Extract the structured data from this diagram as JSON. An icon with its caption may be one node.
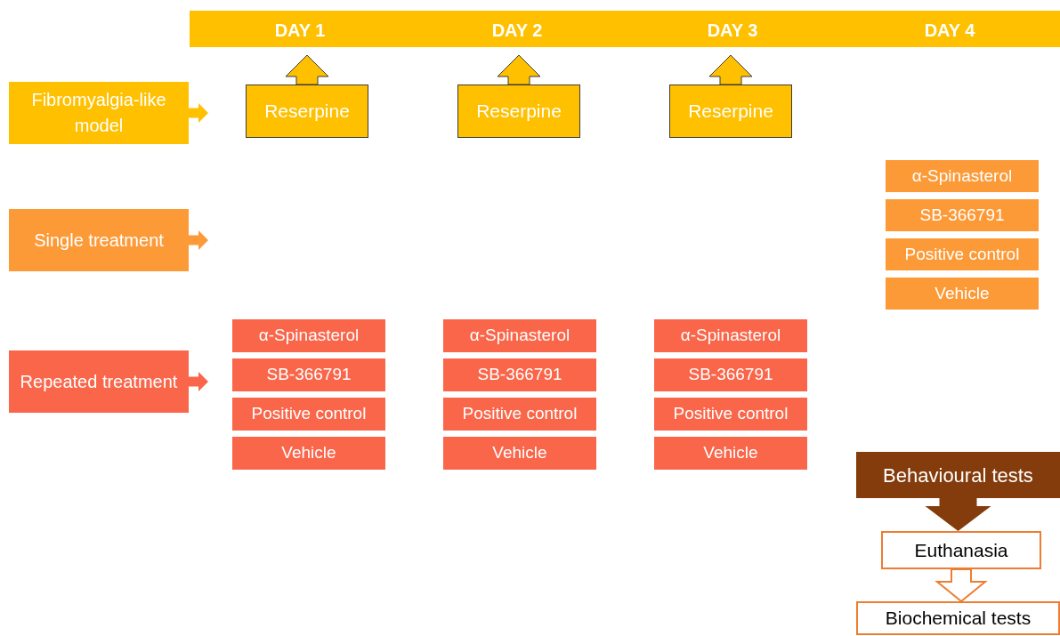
{
  "diagram": {
    "nodes": [
      {
        "text": [
          "DAY 1",
          "DAY 2",
          "DAY 3",
          "DAY 4"
        ]
      },
      {
        "text": [
          "Fibromyalgia-like model"
        ]
      },
      {
        "text": [
          "Single treatment"
        ]
      },
      {
        "text": [
          "Repeated treatment"
        ]
      },
      {
        "text": [
          "Reserpine"
        ]
      },
      {
        "text": [
          "Reserpine"
        ]
      },
      {
        "text": [
          "Reserpine"
        ]
      },
      {
        "text": [
          "α-Spinasterol"
        ]
      },
      {
        "text": [
          "SB-366791"
        ]
      },
      {
        "text": [
          "Positive control"
        ]
      },
      {
        "text": [
          "Vehicle"
        ]
      },
      {
        "text": [
          "α-Spinasterol"
        ]
      },
      {
        "text": [
          "SB-366791"
        ]
      },
      {
        "text": [
          "Positive control"
        ]
      },
      {
        "text": [
          "Vehicle"
        ]
      },
      {
        "text": [
          "α-Spinasterol"
        ]
      },
      {
        "text": [
          "SB-366791"
        ]
      },
      {
        "text": [
          "Positive control"
        ]
      },
      {
        "text": [
          "Vehicle"
        ]
      },
      {
        "text": [
          "α-Spinasterol"
        ]
      },
      {
        "text": [
          "SB-366791"
        ]
      },
      {
        "text": [
          "Positive control"
        ]
      },
      {
        "text": [
          "Vehicle"
        ]
      },
      {
        "text": [
          "Behavioural tests"
        ]
      },
      {
        "text": [
          "Euthanasia"
        ]
      },
      {
        "text": [
          "Biochemical tests"
        ]
      }
    ],
    "edges": [
      {
        "from": 4,
        "to": 0,
        "arrow": "to",
        "style": "thick",
        "color": "#ffc000"
      },
      {
        "from": 5,
        "to": 0,
        "arrow": "to",
        "style": "thick",
        "color": "#ffc000"
      },
      {
        "from": 6,
        "to": 0,
        "arrow": "to",
        "style": "thick",
        "color": "#ffc000"
      },
      {
        "from": 1,
        "to": null,
        "arrow": "to",
        "style": "thick",
        "color": "#ffc000"
      },
      {
        "from": 2,
        "to": null,
        "arrow": "to",
        "style": "thick",
        "color": "#fd9a38"
      },
      {
        "from": 3,
        "to": null,
        "arrow": "to",
        "style": "thick",
        "color": "#f9664a"
      },
      {
        "from": 23,
        "to": 24,
        "arrow": "to",
        "style": "thick",
        "color": "#843c0c"
      },
      {
        "from": 24,
        "to": 25,
        "arrow": "to",
        "color": "#ed7d31"
      }
    ]
  }
}
